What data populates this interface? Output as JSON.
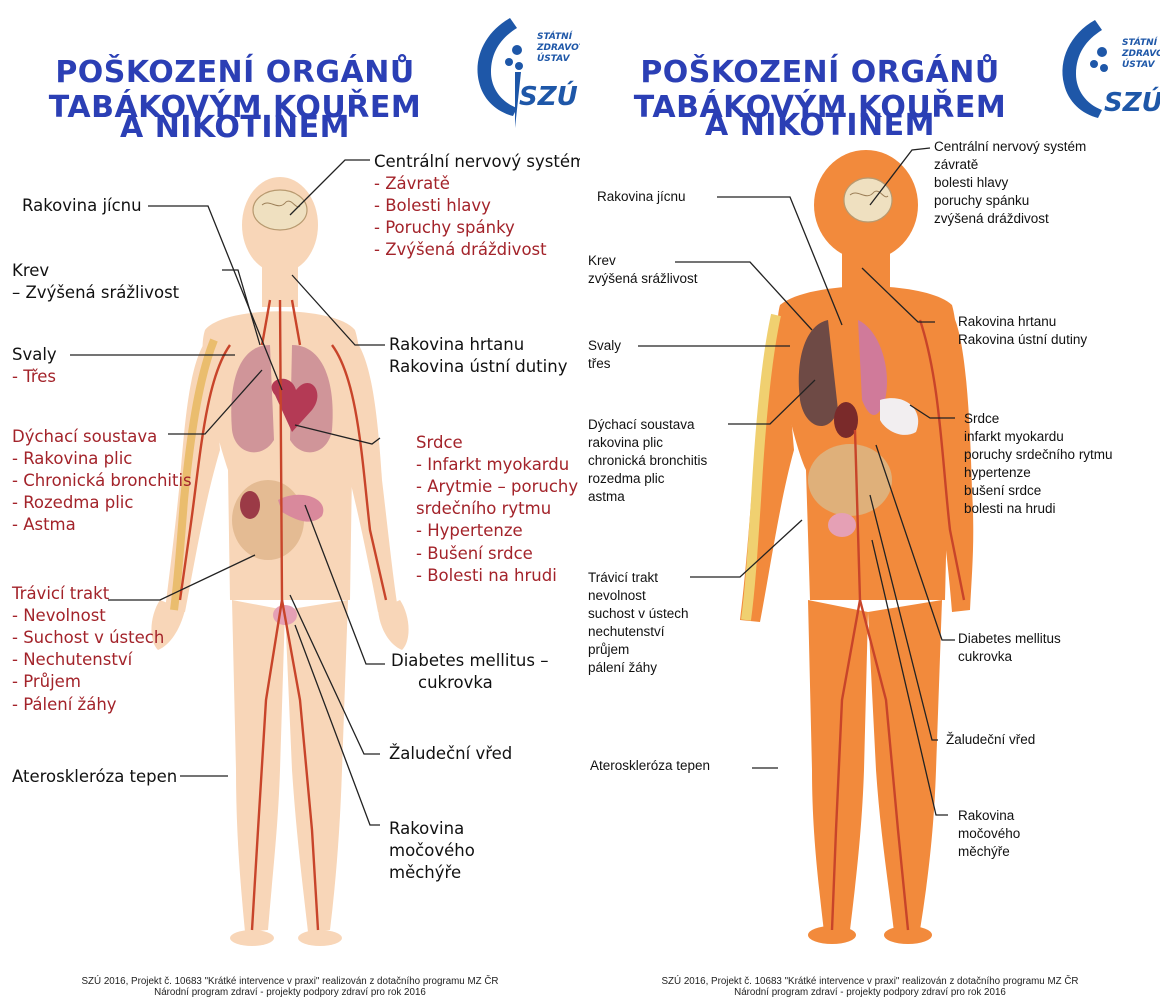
{
  "title_line1": "POŠKOZENÍ ORGÁNŮ TABÁKOVÝM KOUŘEM",
  "title_line2": "A NIKOTINEM",
  "logo": {
    "line1": "STÁTNÍ",
    "line2": "ZDRAVOTNÍ",
    "line3": "ÚSTAV",
    "brand": "SZÚ"
  },
  "footer": {
    "line1": "SZÚ 2016,  Projekt č. 10683 \"Krátké intervence v praxi\" realizován z dotačního programu MZ ČR",
    "line2": "Národní program zdraví - projekty podpory zdraví pro rok 2016"
  },
  "colors": {
    "title": "#2b3fb5",
    "red_text": "#a3232a",
    "body_light": "#f8d6b8",
    "body_orange": "#f28a3c",
    "vessel": "#c8442a"
  },
  "left": {
    "cns": {
      "title": "Centrální nervový systém",
      "items": [
        "- Závratě",
        "- Bolesti hlavy",
        "- Poruchy spánky",
        "- Zvýšená dráždivost"
      ]
    },
    "jicen": {
      "title": "Rakovina jícnu"
    },
    "krev": {
      "title": "Krev",
      "items": [
        "– Zvýšená srážlivost"
      ]
    },
    "hrtan": {
      "lines": [
        "Rakovina hrtanu",
        "Rakovina ústní dutiny"
      ]
    },
    "svaly": {
      "title": "Svaly",
      "items": [
        "- Třes"
      ]
    },
    "dychaci": {
      "title": "Dýchací soustava",
      "items": [
        "- Rakovina plic",
        "- Chronická bronchitis",
        "- Rozedma plic",
        "- Astma"
      ]
    },
    "srdce": {
      "title": "Srdce",
      "items": [
        "- Infarkt myokardu",
        "- Arytmie – poruchy",
        "srdečního rytmu",
        "- Hypertenze",
        "- Bušení srdce",
        "- Bolesti na hrudi"
      ]
    },
    "travici": {
      "title": "Trávicí trakt",
      "items": [
        "- Nevolnost",
        "- Suchost v ústech",
        "- Nechutenství",
        "- Průjem",
        "- Pálení žáhy"
      ]
    },
    "diabetes": {
      "lines": [
        "Diabetes mellitus –",
        "cukrovka"
      ]
    },
    "zaludek": {
      "title": "Žaludeční vřed"
    },
    "atero": {
      "title": "Ateroskleróza tepen"
    },
    "mocovy": {
      "lines": [
        "Rakovina",
        "močového",
        "měchýře"
      ]
    }
  },
  "right": {
    "cns": {
      "lines": [
        "Centrální nervový systém",
        "závratě",
        "bolesti hlavy",
        "poruchy spánku",
        "zvýšená dráždivost"
      ]
    },
    "jicen": {
      "title": "Rakovina jícnu"
    },
    "krev": {
      "lines": [
        "Krev",
        "zvýšená srážlivost"
      ]
    },
    "hrtan": {
      "lines": [
        "Rakovina hrtanu",
        "Rakovina ústní dutiny"
      ]
    },
    "svaly": {
      "lines": [
        "Svaly",
        "třes"
      ]
    },
    "srdce": {
      "lines": [
        "Srdce",
        "infarkt myokardu",
        "poruchy srdečního rytmu",
        "hypertenze",
        "bušení srdce",
        "bolesti na hrudi"
      ]
    },
    "dychaci": {
      "lines": [
        "Dýchací soustava",
        "rakovina plic",
        "chronická bronchitis",
        "rozedma plic",
        "astma"
      ]
    },
    "travici": {
      "lines": [
        "Trávicí trakt",
        "nevolnost",
        "suchost v ústech",
        "nechutenství",
        "průjem",
        "pálení žáhy"
      ]
    },
    "diabetes": {
      "lines": [
        "Diabetes mellitus",
        "cukrovka"
      ]
    },
    "zaludek": {
      "title": "Žaludeční vřed"
    },
    "atero": {
      "title": "Ateroskleróza tepen"
    },
    "mocovy": {
      "lines": [
        "Rakovina",
        "močového",
        "měchýře"
      ]
    }
  }
}
